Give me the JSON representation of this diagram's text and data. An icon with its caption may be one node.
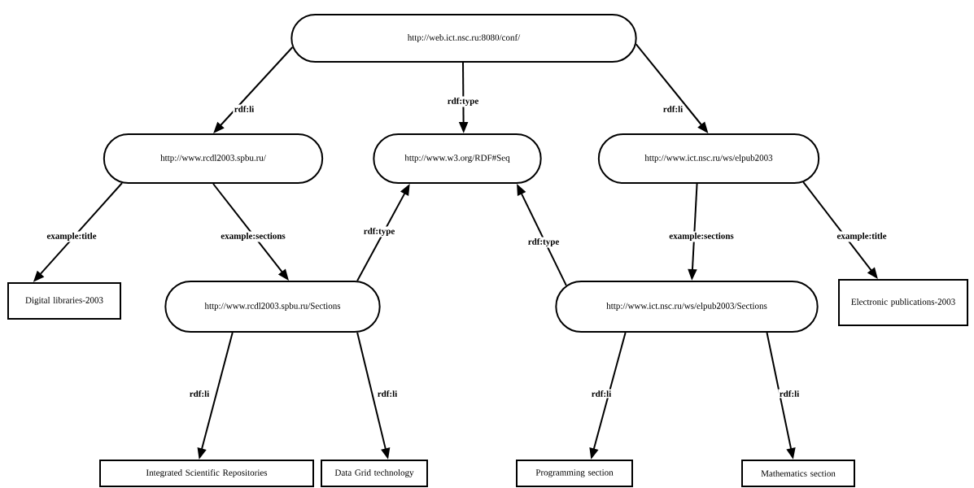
{
  "diagram": {
    "nodes": [
      {
        "text": [
          "http://web.ict.nsc.ru:8080/conf/"
        ]
      },
      {
        "text": [
          "http://www.rcdl2003.spbu.ru/"
        ]
      },
      {
        "text": [
          "http://www.w3.org/RDF#Seq"
        ]
      },
      {
        "text": [
          "http://www.ict.nsc.ru/ws/elpub2003"
        ]
      },
      {
        "text": [
          "Digital libraries-2003"
        ]
      },
      {
        "text": [
          "http://www.rcdl2003.spbu.ru/Sections"
        ]
      },
      {
        "text": [
          "http://www.ict.nsc.ru/ws/elpub2003/Sections"
        ]
      },
      {
        "text": [
          "Electronic publications-2003"
        ]
      },
      {
        "text": [
          "Integrated Scientific Repositories"
        ]
      },
      {
        "text": [
          "Data Grid technology"
        ]
      },
      {
        "text": [
          "Programming section"
        ]
      },
      {
        "text": [
          "Mathematics section"
        ]
      }
    ],
    "edges": [
      {
        "from": 0,
        "to": 1,
        "arrow": "to",
        "label": "rdf:li"
      },
      {
        "from": 0,
        "to": 2,
        "arrow": "to",
        "label": "rdf:type"
      },
      {
        "from": 0,
        "to": 3,
        "arrow": "to",
        "label": "rdf:li"
      },
      {
        "from": 1,
        "to": 4,
        "arrow": "to",
        "label": "example:title"
      },
      {
        "from": 1,
        "to": 5,
        "arrow": "to",
        "label": "example:sections"
      },
      {
        "from": 5,
        "to": 2,
        "arrow": "to",
        "label": "rdf:type"
      },
      {
        "from": 6,
        "to": 2,
        "arrow": "to",
        "label": "rdf:type"
      },
      {
        "from": 3,
        "to": 6,
        "arrow": "to",
        "label": "example:sections"
      },
      {
        "from": 3,
        "to": 7,
        "arrow": "to",
        "label": "example:title"
      },
      {
        "from": 5,
        "to": 8,
        "arrow": "to",
        "label": "rdf:li"
      },
      {
        "from": 5,
        "to": 9,
        "arrow": "to",
        "label": "rdf:li"
      },
      {
        "from": 6,
        "to": 10,
        "arrow": "to",
        "label": "rdf:li"
      },
      {
        "from": 6,
        "to": 11,
        "arrow": "to",
        "label": "rdf:li"
      }
    ]
  }
}
